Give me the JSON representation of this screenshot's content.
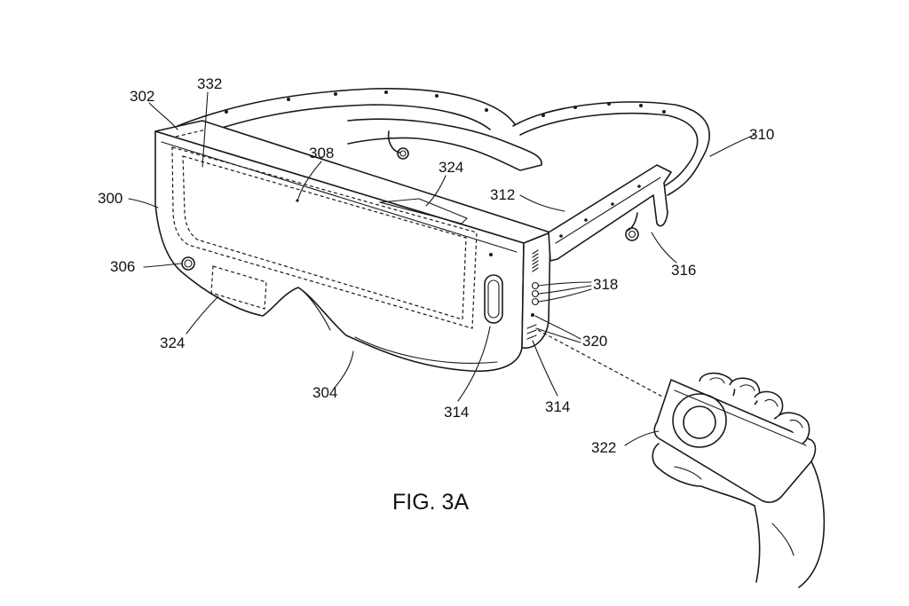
{
  "figure": {
    "caption": "FIG. 3A",
    "reference_numerals": [
      {
        "id": "r302",
        "text": "302"
      },
      {
        "id": "r332",
        "text": "332"
      },
      {
        "id": "r308",
        "text": "308"
      },
      {
        "id": "r324a",
        "text": "324"
      },
      {
        "id": "r310",
        "text": "310"
      },
      {
        "id": "r300",
        "text": "300"
      },
      {
        "id": "r312",
        "text": "312"
      },
      {
        "id": "r306",
        "text": "306"
      },
      {
        "id": "r316",
        "text": "316"
      },
      {
        "id": "r318",
        "text": "318"
      },
      {
        "id": "r324b",
        "text": "324"
      },
      {
        "id": "r320",
        "text": "320"
      },
      {
        "id": "r304",
        "text": "304"
      },
      {
        "id": "r314a",
        "text": "314"
      },
      {
        "id": "r314b",
        "text": "314"
      },
      {
        "id": "r322",
        "text": "322"
      }
    ]
  }
}
